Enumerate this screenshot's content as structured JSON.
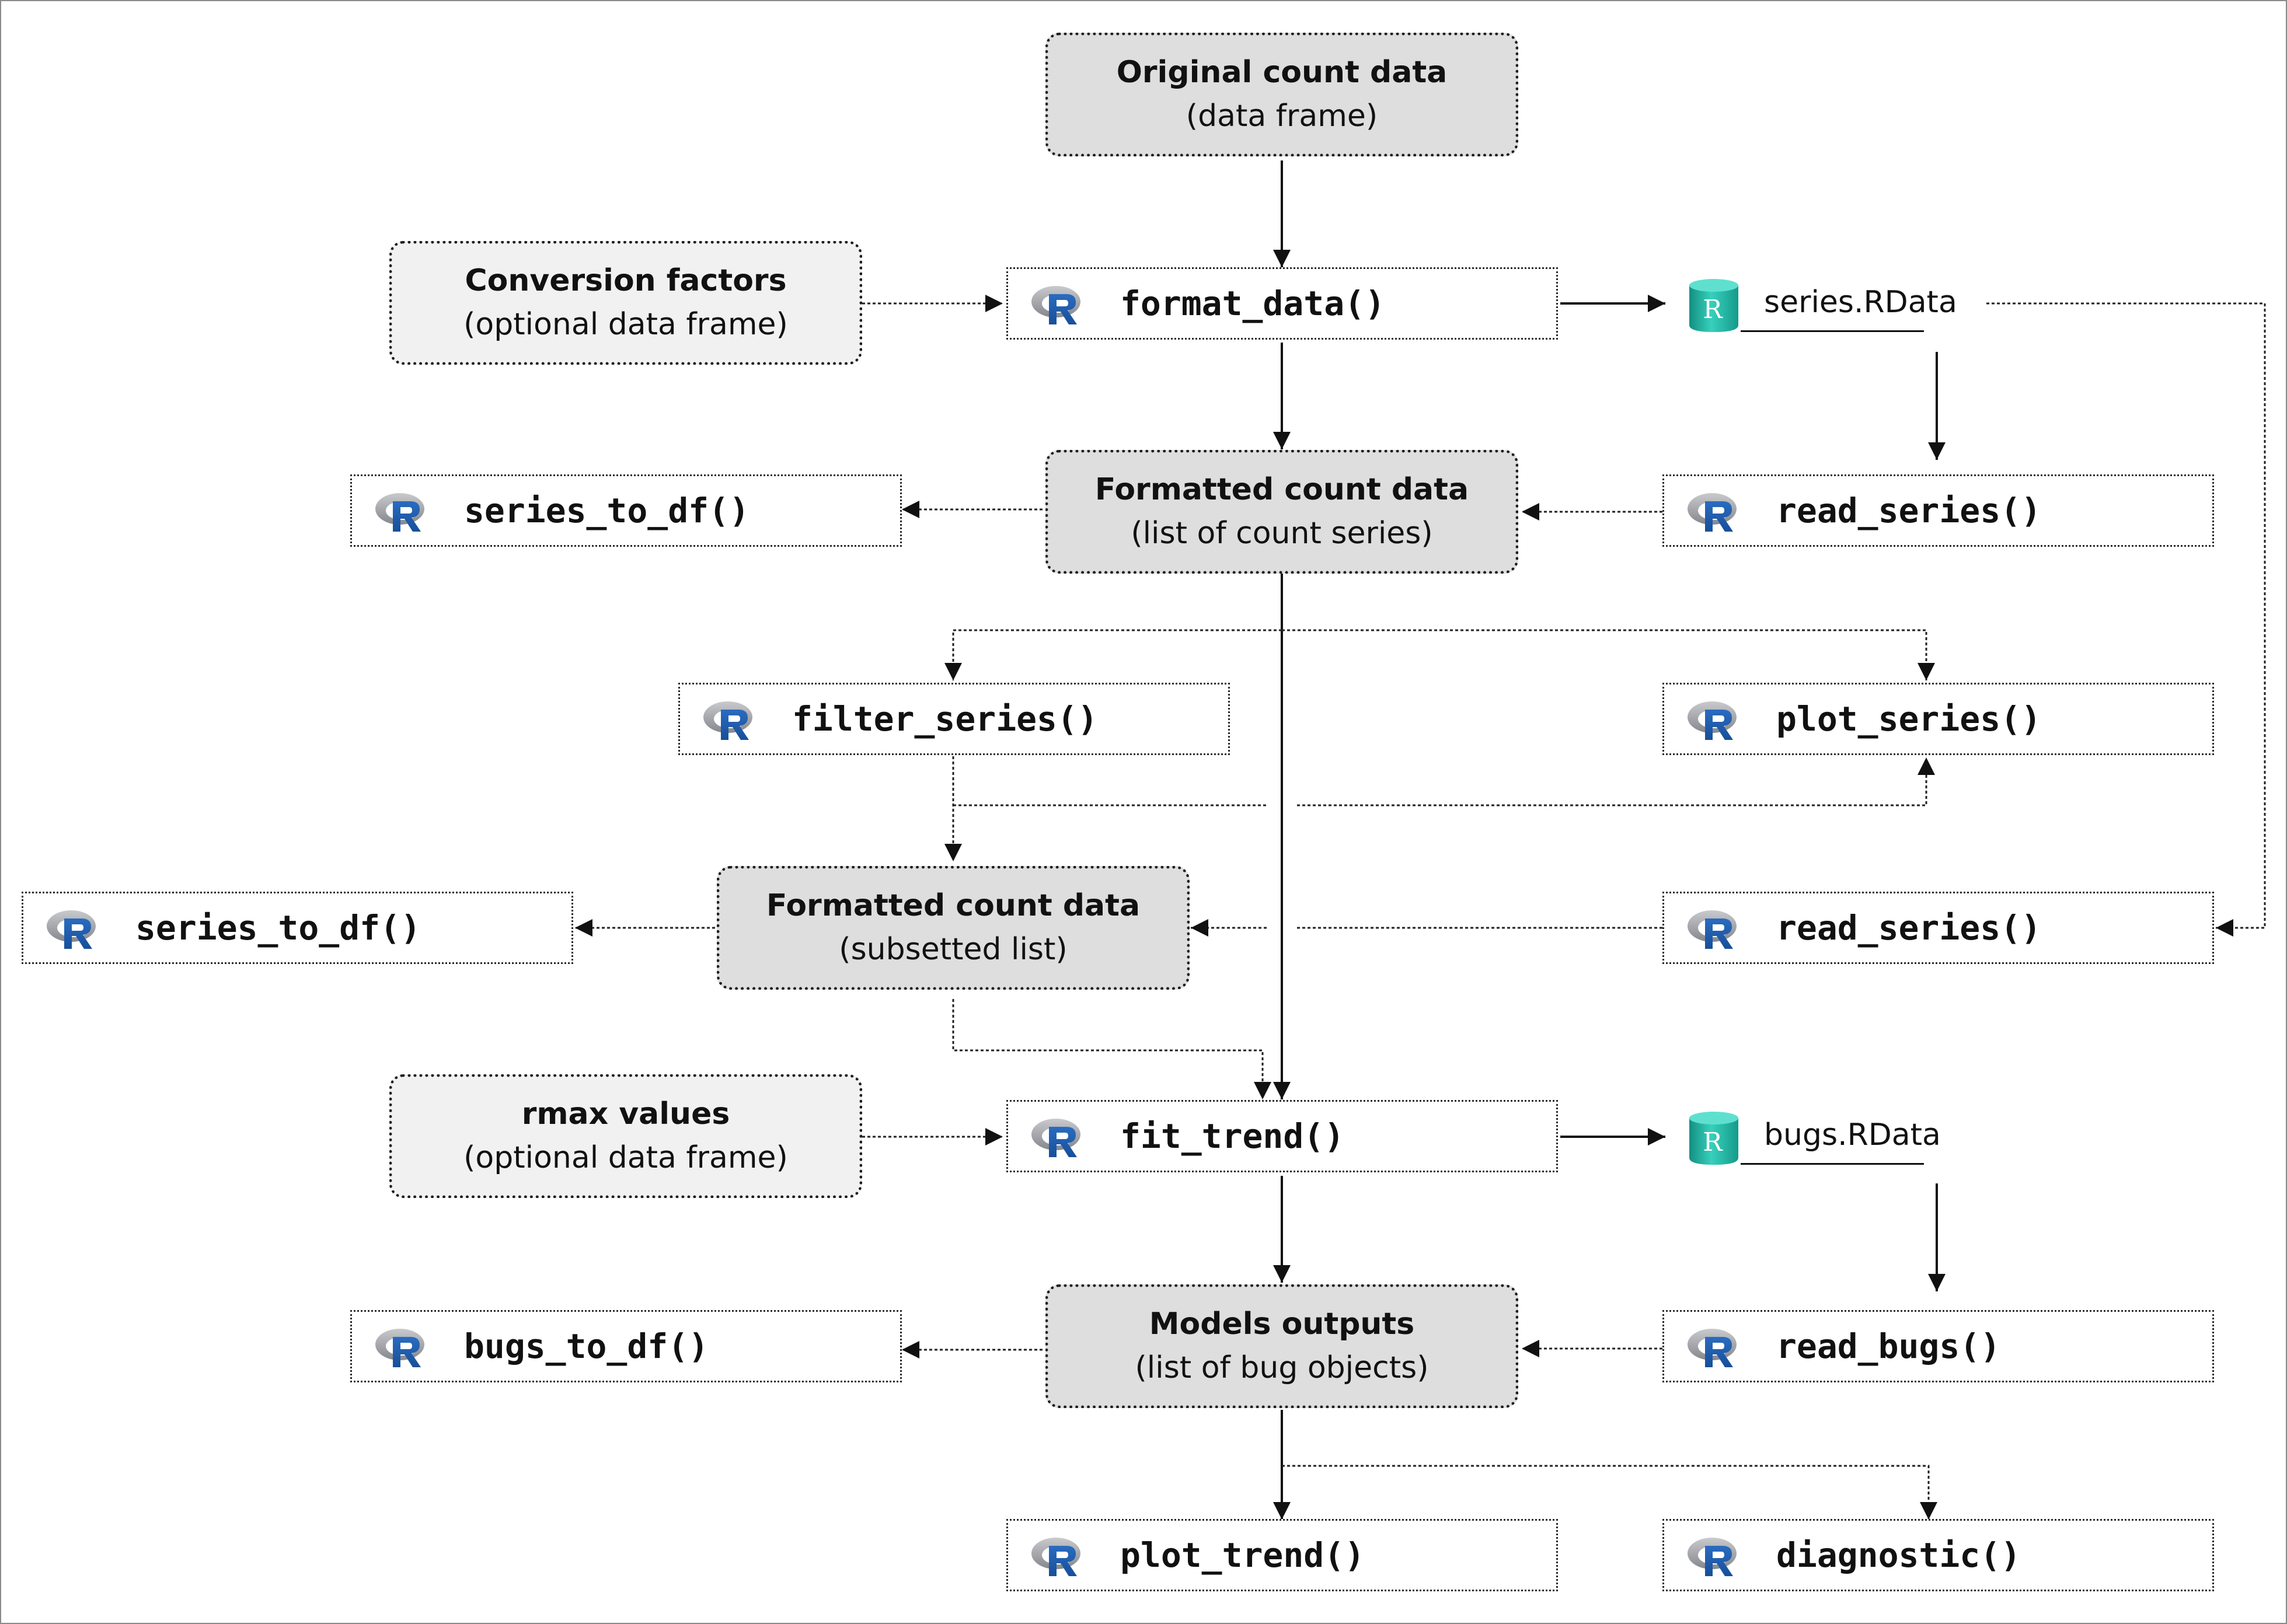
{
  "nodes": {
    "original": {
      "line1": "Original count data",
      "line2": "(data frame)"
    },
    "conversion": {
      "line1": "Conversion factors",
      "line2": "(optional data frame)"
    },
    "formatted": {
      "line1": "Formatted count data",
      "line2": "(list of count series)"
    },
    "subsetted": {
      "line1": "Formatted count data",
      "line2": "(subsetted list)"
    },
    "rmax": {
      "line1": "rmax values",
      "line2": "(optional data frame)"
    },
    "models": {
      "line1": "Models outputs",
      "line2": "(list of bug objects)"
    }
  },
  "functions": {
    "format_data": "format_data()",
    "series_to_df_1": "series_to_df()",
    "read_series_1": "read_series()",
    "filter_series": "filter_series()",
    "plot_series": "plot_series()",
    "series_to_df_2": "series_to_df()",
    "read_series_2": "read_series()",
    "fit_trend": "fit_trend()",
    "bugs_to_df": "bugs_to_df()",
    "read_bugs": "read_bugs()",
    "plot_trend": "plot_trend()",
    "diagnostic": "diagnostic()"
  },
  "files": {
    "series": {
      "label": "series.RData",
      "icon_letter": "R"
    },
    "bugs": {
      "label": "bugs.RData",
      "icon_letter": "R"
    }
  },
  "icons": {
    "function_icon": "r-logo-icon",
    "file_icon": "database-icon"
  },
  "colors": {
    "data_box_fill": "#dedede",
    "optional_box_fill": "#f1f1f1",
    "r_logo_blue": "#1f5fb3",
    "r_logo_gray": "#a6a8ad",
    "db_teal": "#1fb5a3"
  }
}
